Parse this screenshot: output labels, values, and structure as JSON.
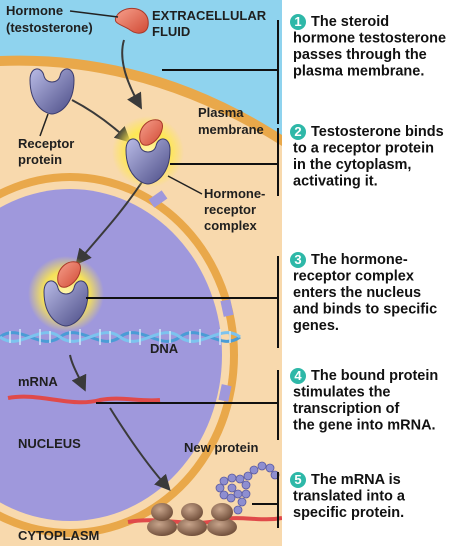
{
  "labels": {
    "hormone_line1": "Hormone",
    "hormone_line2": "(testosterone)",
    "extracellular_line1": "EXTRACELLULAR",
    "extracellular_line2": "FLUID",
    "plasma_line1": "Plasma",
    "plasma_line2": "membrane",
    "receptor_line1": "Receptor",
    "receptor_line2": "protein",
    "complex_line1": "Hormone-",
    "complex_line2": "receptor",
    "complex_line3": "complex",
    "dna": "DNA",
    "mrna": "mRNA",
    "nucleus": "NUCLEUS",
    "new_protein": "New protein",
    "cytoplasm": "CYTOPLASM"
  },
  "steps": [
    {
      "number": "1",
      "lines": [
        "The steroid",
        "hormone testosterone",
        "passes through the",
        "plasma membrane."
      ]
    },
    {
      "number": "2",
      "lines": [
        "Testosterone binds",
        "to a receptor protein",
        "in the cytoplasm,",
        "activating it."
      ]
    },
    {
      "number": "3",
      "lines": [
        "The hormone-",
        "receptor complex",
        "enters the nucleus",
        "and binds to specific",
        "genes."
      ]
    },
    {
      "number": "4",
      "lines": [
        "The bound protein",
        "stimulates the",
        "transcription of",
        "the gene into mRNA."
      ]
    },
    {
      "number": "5",
      "lines": [
        "The mRNA is",
        "translated into a",
        "specific protein."
      ]
    }
  ],
  "colors": {
    "extracellular": "#8fd3ee",
    "membrane": "#e9a84a",
    "cytoplasm": "#f8d9ad",
    "nucleus": "#9f98dc",
    "hormone": "#e5674f",
    "receptor": "#6e6fa8",
    "dna": "#4a9cd6",
    "mrna": "#e04a4a",
    "ribosome": "#8d6a55",
    "protein": "#8e8ed0",
    "step_badge": "#2eb8a8"
  }
}
